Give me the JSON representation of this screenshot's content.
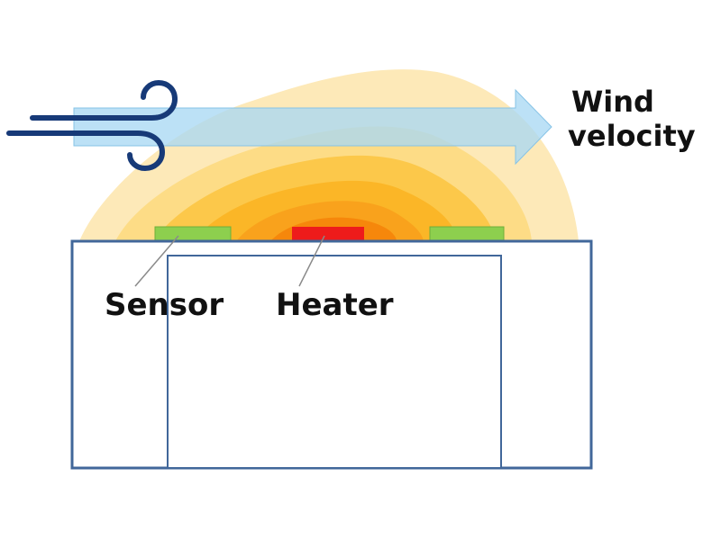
{
  "labels": {
    "wind_line1": "Wind",
    "wind_line2": "velocity",
    "sensor": "Sensor",
    "heater": "Heater"
  },
  "colors": {
    "heat_outer": "#fde9b8",
    "heat_mid1": "#fddc86",
    "heat_mid2": "#fcc84a",
    "heat_mid3": "#fbb627",
    "heat_inner1": "#f9a21c",
    "heat_core": "#f6870b",
    "heater": "#ee1b1b",
    "sensor": "#8dcf4e",
    "chip_outline": "#41679a",
    "arrow_fill": "#a9d8f3",
    "wind_icon": "#173a78",
    "leader_line": "#8a8a8a"
  },
  "icons": {
    "wind": "wind-icon",
    "arrow": "flow-arrow"
  }
}
